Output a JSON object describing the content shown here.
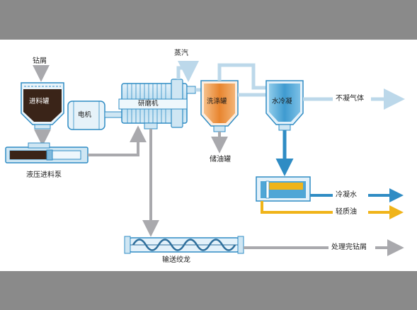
{
  "diagram": {
    "labels": {
      "drill_chips": "钻屑",
      "feed_tank": "进料罐",
      "motor": "电机",
      "grinder": "研磨机",
      "steam": "蒸汽",
      "wash_tank": "洗涤罐",
      "water_condenser": "水冷凝",
      "noncondensable_gas": "不凝气体",
      "hydraulic_feed_pump": "液压进料泵",
      "storage_tank": "储油罐",
      "cooling_water": "冷凝水",
      "light_oil": "轻质油",
      "screw_conveyor": "输送绞龙",
      "processed_chips": "处理完钻屑"
    },
    "colors": {
      "background_frame": "#8a8a8a",
      "panel": "#ffffff",
      "vapor_line": "#bcd8ea",
      "water_line": "#2f8cc4",
      "oil_line": "#f0b419",
      "solids_line": "#a9a9ad",
      "vessel_blue": "#4fa6d6",
      "feed_tank_dark": "#3a2418",
      "wash_tank_orange": "#e88a3c"
    }
  }
}
